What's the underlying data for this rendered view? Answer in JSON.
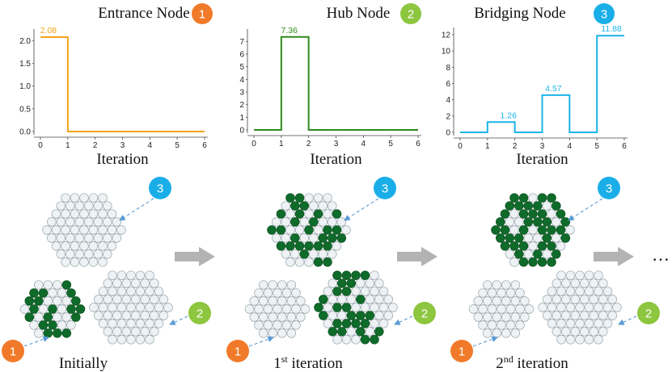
{
  "colors": {
    "entrance": "#f5a31a",
    "hub": "#2e8b1c",
    "bridging": "#1db4e8",
    "badge_orange": "#f07a2a",
    "badge_green": "#8dc63f",
    "badge_blue": "#1aaee8",
    "node_active": "#0f6b2a",
    "node_idle": "#eef2f4",
    "node_edge": "#9aa6ad",
    "arrow": "#b3b3b3",
    "dashed": "#5b9bd5"
  },
  "charts": [
    {
      "id": "entrance",
      "title": "Entrance Node",
      "badge": "1",
      "xlabel": "Iteration"
    },
    {
      "id": "hub",
      "title": "Hub Node",
      "badge": "2",
      "xlabel": "Iteration"
    },
    {
      "id": "bridging",
      "title": "Bridging Node",
      "badge": "3",
      "xlabel": "Iteration"
    }
  ],
  "chart_data": [
    {
      "type": "line",
      "title": "Entrance Node",
      "xlabel": "Iteration",
      "ylabel": "",
      "x": [
        0,
        1,
        2,
        3,
        4,
        5,
        6
      ],
      "steps": [
        2.08,
        0,
        0,
        0,
        0,
        0
      ],
      "annotations": [
        "2.08"
      ],
      "annotation_values": [
        2.08
      ],
      "xlim": [
        0,
        6
      ],
      "ylim": [
        0,
        2.15
      ],
      "yticks": [
        "0.0",
        "0.5",
        "1.0",
        "1.5",
        "2.0"
      ],
      "ytick_values": [
        0,
        0.5,
        1.0,
        1.5,
        2.0
      ],
      "xticks": [
        "0",
        "1",
        "2",
        "3",
        "4",
        "5",
        "6"
      ]
    },
    {
      "type": "line",
      "title": "Hub Node",
      "xlabel": "Iteration",
      "ylabel": "",
      "x": [
        0,
        1,
        2,
        3,
        4,
        5,
        6
      ],
      "steps": [
        0,
        7.36,
        0,
        0,
        0,
        0
      ],
      "annotations": [
        "7.36"
      ],
      "annotation_values": [
        7.36
      ],
      "xlim": [
        0,
        6
      ],
      "ylim": [
        0,
        7.6
      ],
      "yticks": [
        "0",
        "1",
        "2",
        "3",
        "4",
        "5",
        "6",
        "7"
      ],
      "ytick_values": [
        0,
        1,
        2,
        3,
        4,
        5,
        6,
        7
      ],
      "xticks": [
        "0",
        "1",
        "2",
        "3",
        "4",
        "5",
        "6"
      ]
    },
    {
      "type": "line",
      "title": "Bridging Node",
      "xlabel": "Iteration",
      "ylabel": "",
      "x": [
        0,
        1,
        2,
        3,
        4,
        5,
        6
      ],
      "steps": [
        0,
        1.26,
        0,
        4.57,
        0,
        11.88
      ],
      "annotations": [
        "1.26",
        "4.57",
        "11.88"
      ],
      "annotation_values": [
        1.26,
        4.57,
        11.88
      ],
      "xlim": [
        0,
        6
      ],
      "ylim": [
        0,
        12.3
      ],
      "yticks": [
        "0",
        "2",
        "4",
        "6",
        "8",
        "10",
        "12"
      ],
      "ytick_values": [
        0,
        2,
        4,
        6,
        8,
        10,
        12
      ],
      "xticks": [
        "0",
        "1",
        "2",
        "3",
        "4",
        "5",
        "6"
      ]
    }
  ],
  "panels": [
    {
      "caption": "Initially",
      "sup": ""
    },
    {
      "caption": "1",
      "sup": "st",
      "suffix": " iteration"
    },
    {
      "caption": "2",
      "sup": "nd",
      "suffix": " iteration"
    }
  ],
  "badges": [
    "1",
    "2",
    "3"
  ],
  "ellipsis": "…"
}
